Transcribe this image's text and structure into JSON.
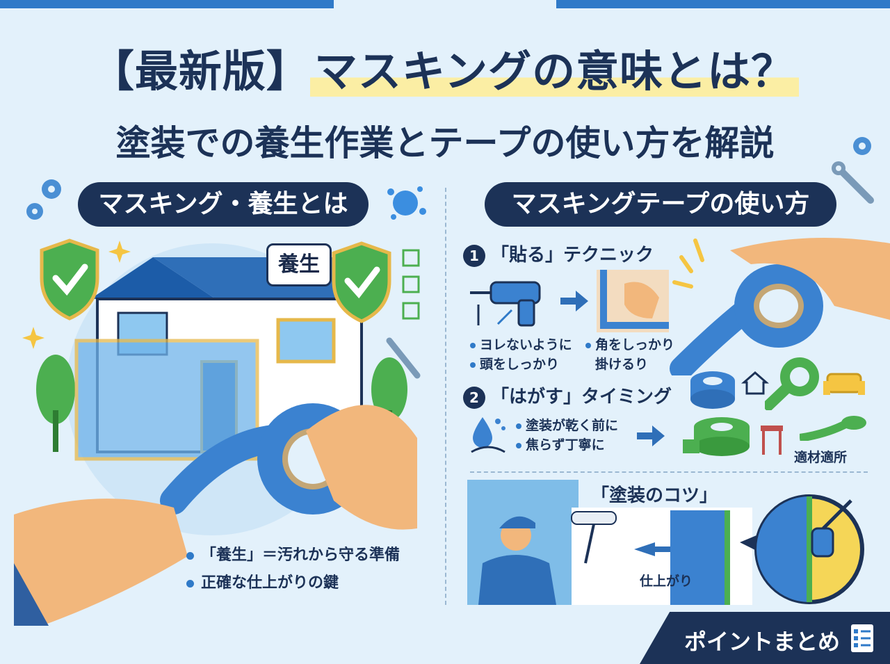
{
  "header": {
    "title_bracket": "【最新版】",
    "title_main": "マスキングの意味とは？",
    "subtitle": "塗装での養生作業とテープの使い方を解説"
  },
  "left": {
    "heading": "マスキング・養生とは",
    "bubble": "養生",
    "bullets": [
      "「養生」＝汚れから守る準備",
      "正確な仕上がりの鍵"
    ]
  },
  "right": {
    "heading": "マスキングテープの使い方",
    "step1": {
      "num": "1",
      "title": "「貼る」テクニック",
      "note_a": [
        "ヨレないように",
        "頭をしっかり"
      ],
      "note_b": [
        "角をしっかり",
        "掛けるり"
      ]
    },
    "step2": {
      "num": "2",
      "title": "「はがす」タイミング",
      "notes": [
        "塗装が乾く前に",
        "焦らず丁寧に"
      ],
      "material_label": "適材適所"
    },
    "tip": {
      "title": "「塗装のコツ」",
      "finish_label": "仕上がり"
    }
  },
  "footer": {
    "summary": "ポイントまとめ"
  },
  "icons": [
    "gear-icon",
    "wrench-icon",
    "shield-check-icon",
    "checkbox-icon",
    "sparkle-icon",
    "paint-splash-icon",
    "glue-gun-icon",
    "arrow-right-icon",
    "water-drop-icon",
    "tape-roll-icon",
    "house-icon",
    "sofa-icon",
    "stool-icon",
    "checklist-icon"
  ],
  "colors": {
    "navy": "#1c3257",
    "blue": "#2f7ac8",
    "tape_blue": "#3b82d0",
    "green_tape": "#4caf50",
    "yellow": "#f5d657",
    "background": "#e3f1fb"
  }
}
